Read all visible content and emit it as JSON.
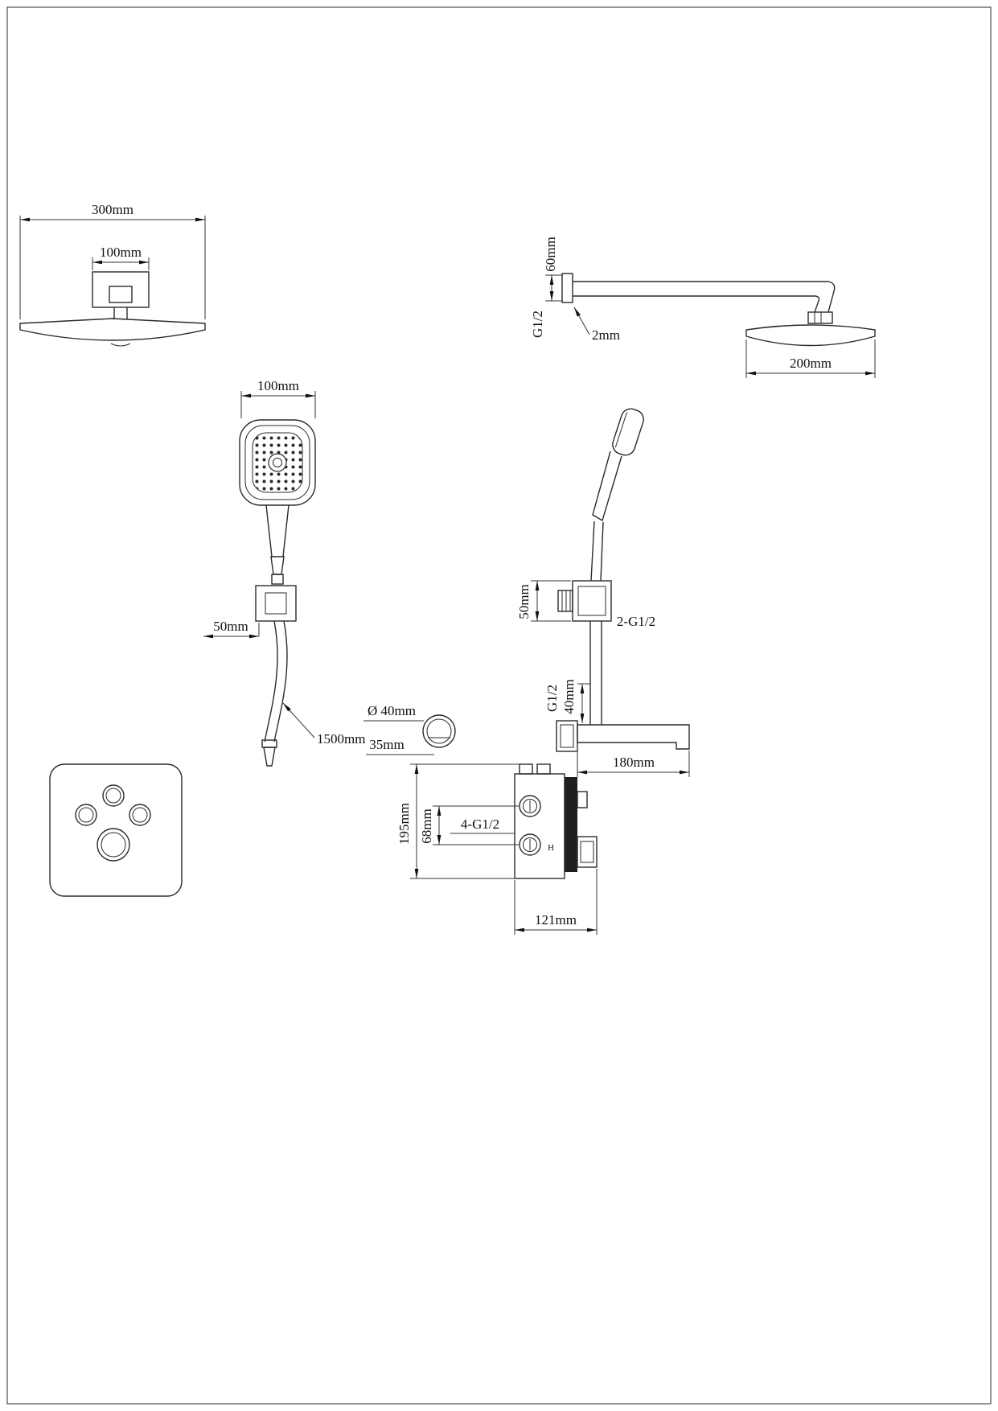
{
  "overhead_front": {
    "width": "300mm",
    "mount_width": "100mm"
  },
  "overhead_side": {
    "arm_height": "60mm",
    "thread": "G1/2",
    "plate_thickness": "2mm",
    "head_width": "200mm"
  },
  "handshower_front": {
    "head_width": "100mm",
    "bracket_width": "50mm",
    "hose_length": "1500mm"
  },
  "outlet_detail": {
    "diameter": "Ø 40mm",
    "depth": "35mm"
  },
  "handshower_side": {
    "holder_height": "50mm",
    "threads": "2-G1/2",
    "thread": "G1/2",
    "offset": "40mm",
    "spout_length": "180mm"
  },
  "valve": {
    "height": "195mm",
    "port_spacing": "68mm",
    "threads": "4-G1/2",
    "width": "121mm",
    "hot_mark": "H"
  }
}
